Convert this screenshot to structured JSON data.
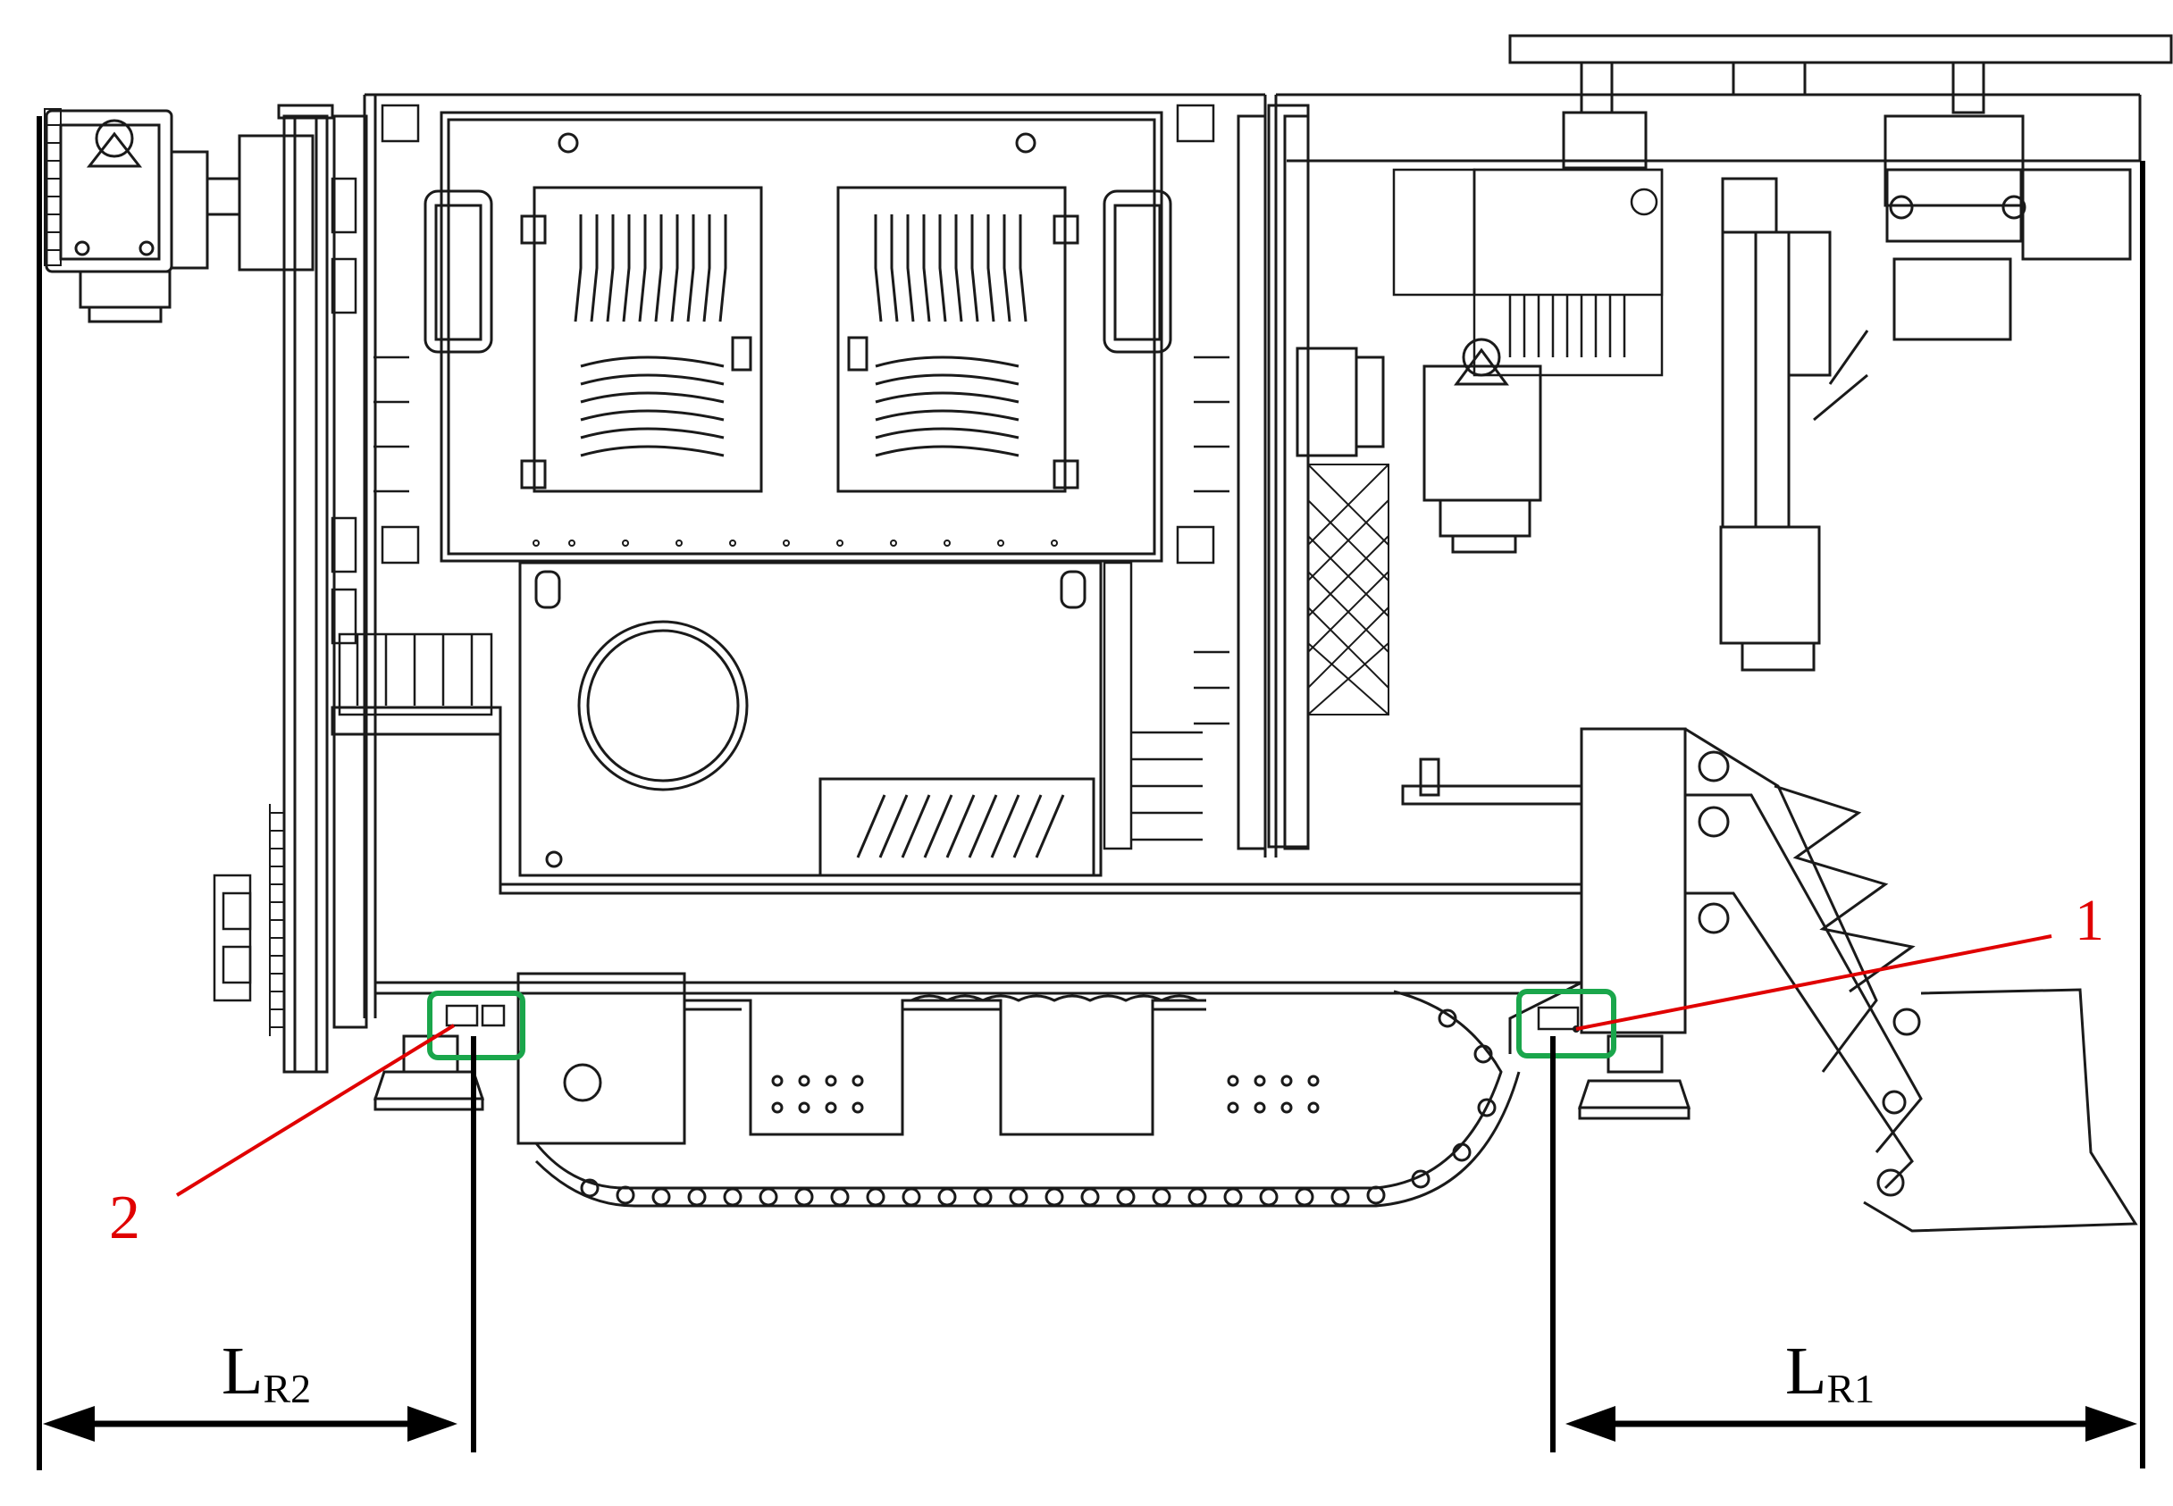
{
  "callouts": [
    {
      "id": "1",
      "label": "1"
    },
    {
      "id": "2",
      "label": "2"
    }
  ],
  "dimensions": {
    "right": {
      "main": "L",
      "sub": "R1"
    },
    "left": {
      "main": "L",
      "sub": "R2"
    }
  },
  "colors": {
    "drawing": "#1a1a1a",
    "callout": "#e00000",
    "highlight": "#1aa64b",
    "dimension": "#000000"
  }
}
